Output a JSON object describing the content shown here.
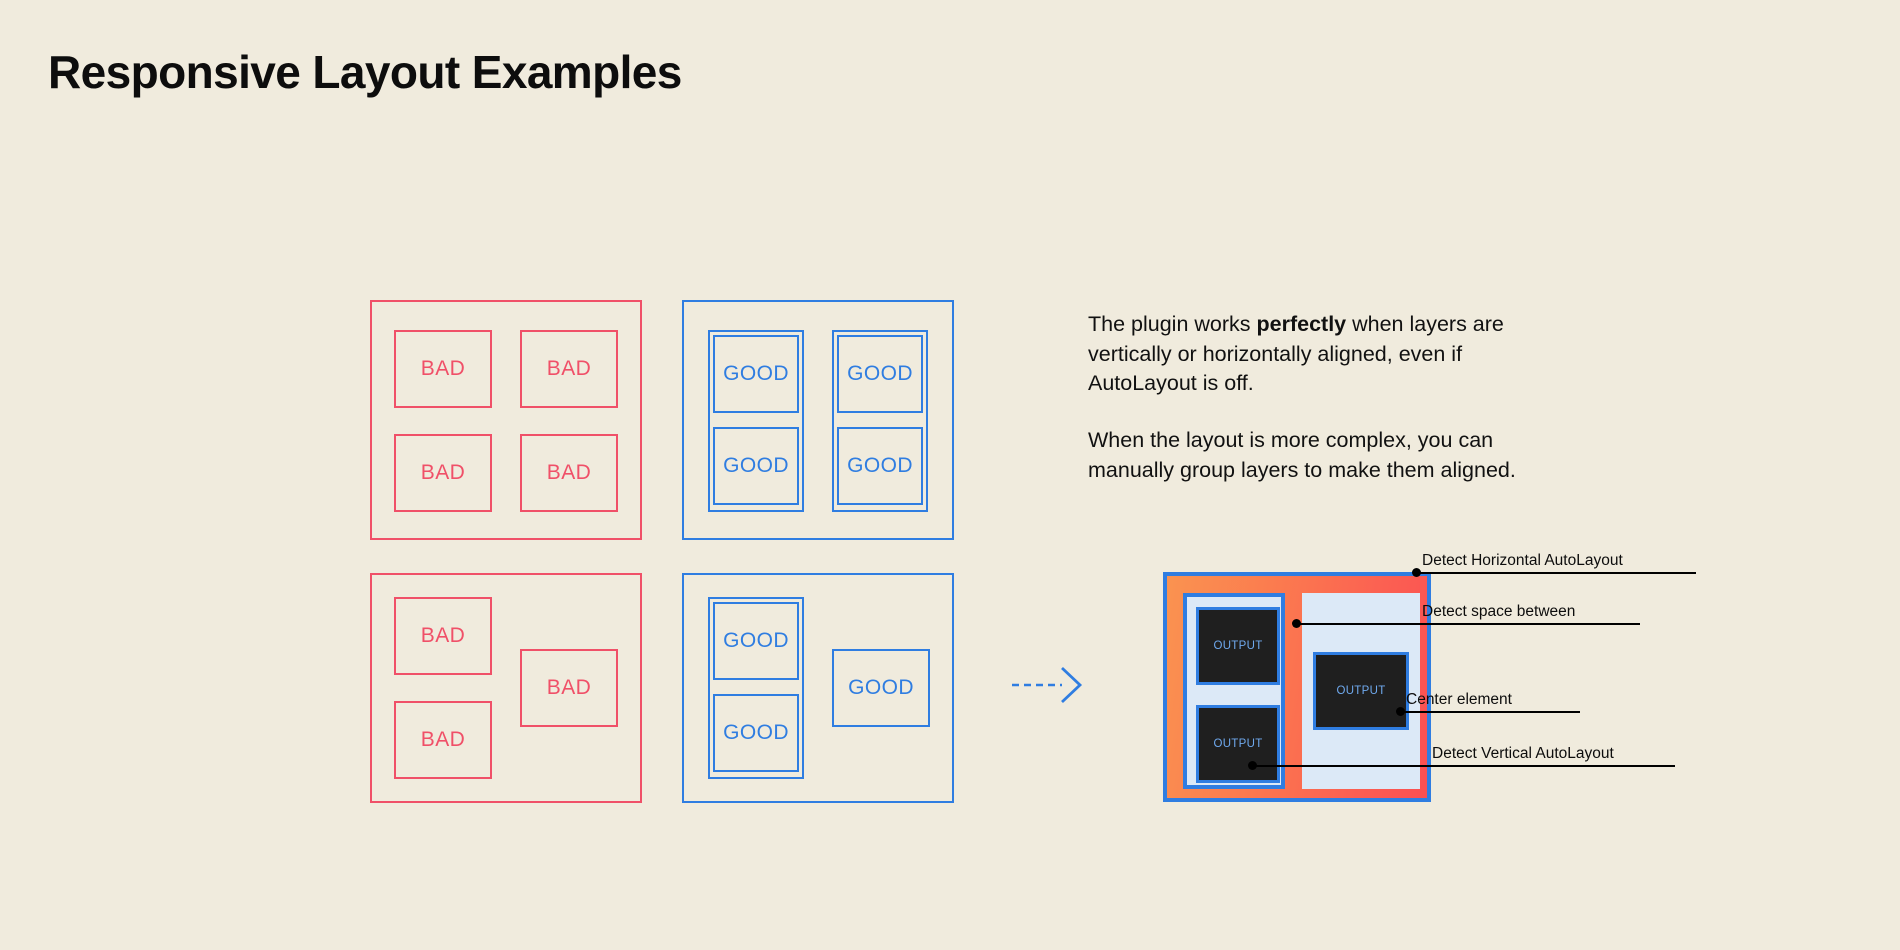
{
  "page": {
    "title": "Responsive Layout Examples",
    "background_color": "#f0ebdd",
    "bad_color": "#f05068",
    "good_color": "#2f7de1",
    "text_color": "#0d0d0d"
  },
  "examples": {
    "bad_grid": {
      "variant": "bad",
      "cells": [
        {
          "label": "BAD"
        },
        {
          "label": "BAD"
        },
        {
          "label": "BAD"
        },
        {
          "label": "BAD"
        }
      ]
    },
    "good_grid": {
      "variant": "good",
      "cells": [
        {
          "label": "GOOD"
        },
        {
          "label": "GOOD"
        },
        {
          "label": "GOOD"
        },
        {
          "label": "GOOD"
        }
      ]
    },
    "bad_complex": {
      "variant": "bad",
      "cells": [
        {
          "label": "BAD"
        },
        {
          "label": "BAD"
        },
        {
          "label": "BAD"
        }
      ]
    },
    "good_complex": {
      "variant": "good",
      "cells": [
        {
          "label": "GOOD"
        },
        {
          "label": "GOOD"
        },
        {
          "label": "GOOD"
        }
      ]
    }
  },
  "arrow": {
    "icon": "dashed-arrow-right-icon",
    "color": "#2f7de1",
    "style": "dashed"
  },
  "description": {
    "paragraph_1": {
      "before": "The plugin works ",
      "emphasis": "perfectly",
      "after": " when layers are vertically or horizontally aligned, even if AutoLayout is off."
    },
    "paragraph_2": "When the layout is more complex, you can manually group layers to make them aligned."
  },
  "mockup": {
    "frame_gradient_from": "#fa9350",
    "frame_gradient_to": "#fb4f52",
    "border_color": "#2f7de1",
    "column_color": "#dce9f7",
    "output_boxes": [
      {
        "label": "OUTPUT"
      },
      {
        "label": "OUTPUT"
      },
      {
        "label": "OUTPUT"
      }
    ]
  },
  "annotations": [
    {
      "label": "Detect Horizontal AutoLayout"
    },
    {
      "label": "Detect space between"
    },
    {
      "label": "Center element"
    },
    {
      "label": "Detect Vertical AutoLayout"
    }
  ]
}
